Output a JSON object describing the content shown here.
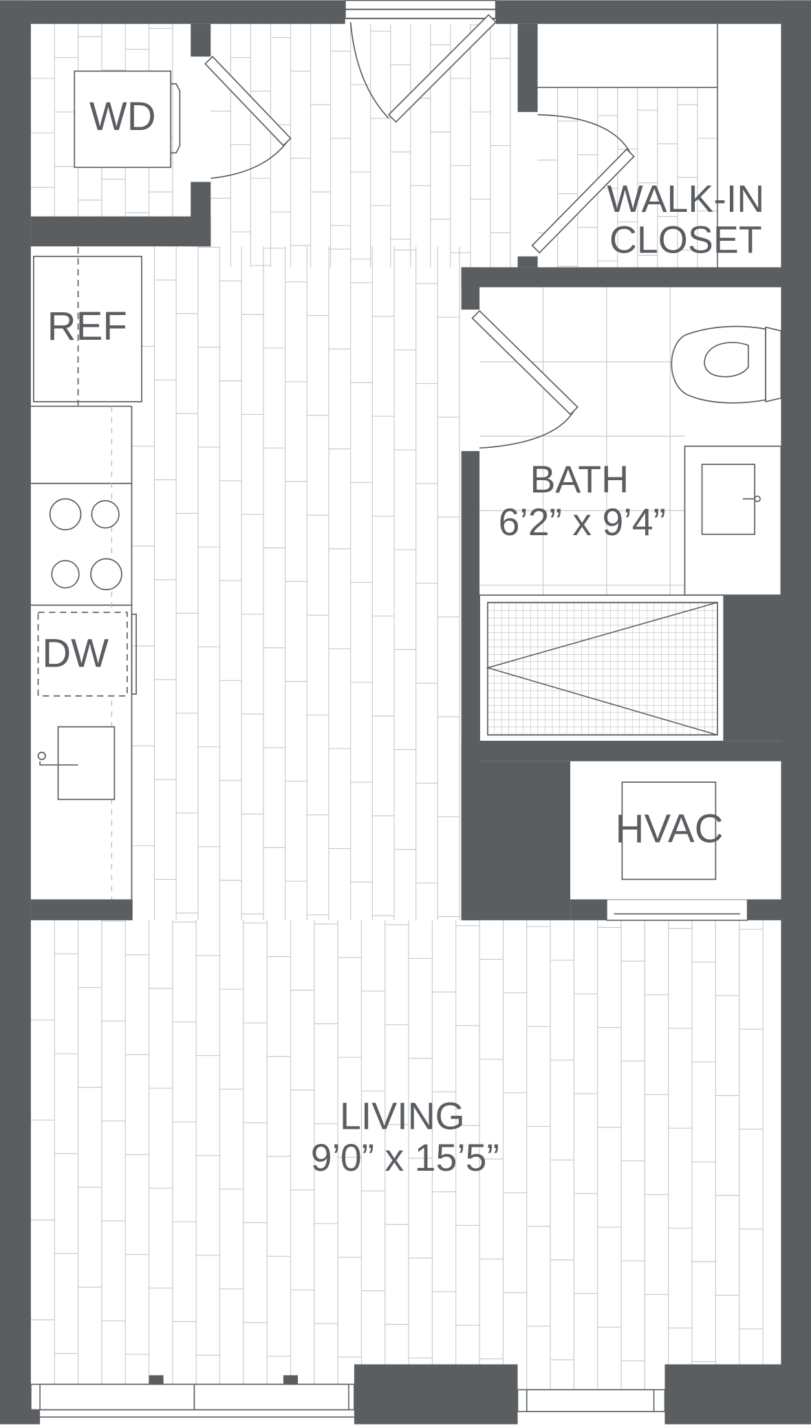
{
  "colors": {
    "wall": "#5b5e61",
    "floor_line": "#c9cacc",
    "fixture": "#5b5e61",
    "text": "#5a5e62",
    "background": "#ffffff"
  },
  "rooms": {
    "walkin": {
      "line1": "WALK-IN",
      "line2": "CLOSET"
    },
    "bath": {
      "name": "BATH",
      "dims": "6’2” x 9’4”"
    },
    "living": {
      "name": "LIVING",
      "dims": "9’0” x 15’5”"
    }
  },
  "appliances": {
    "wd": "WD",
    "ref": "REF",
    "dw": "DW",
    "hvac": "HVAC"
  },
  "icons": [
    "door-swing-icon",
    "toilet-icon",
    "sink-icon",
    "cooktop-burner-icon",
    "shower-icon",
    "window-icon"
  ]
}
